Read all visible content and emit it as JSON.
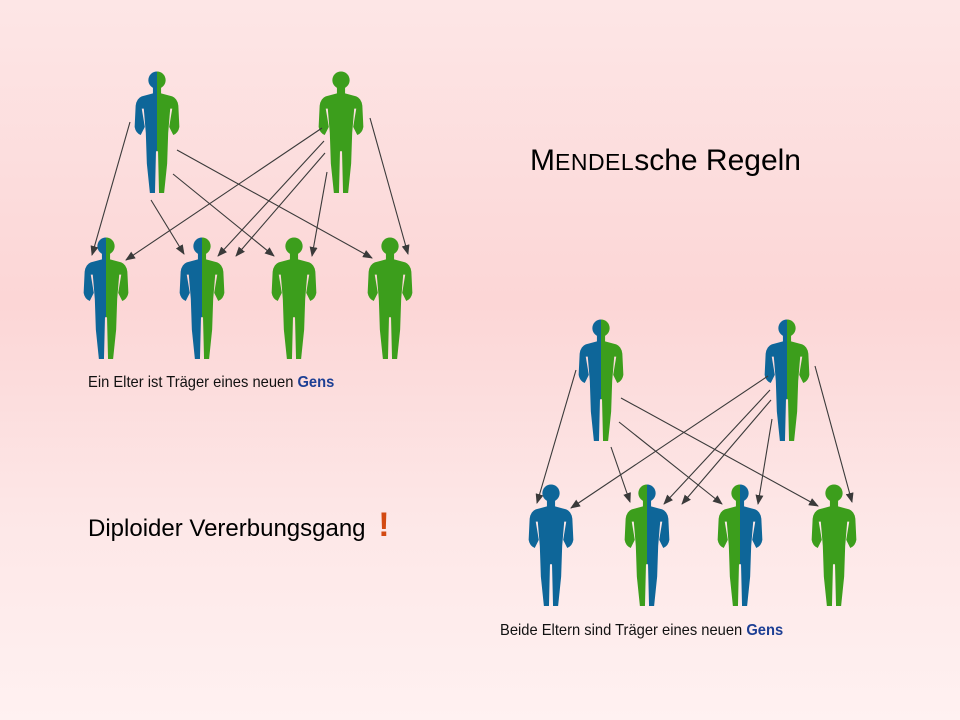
{
  "title": {
    "initial": "M",
    "smallcaps": "ENDEL",
    "suffix": "sche Regeln"
  },
  "diagram_one": {
    "caption": "Ein Elter ist Träger eines neuen ",
    "caption_gene": "Gens"
  },
  "diagram_two": {
    "caption": "Beide Eltern sind Träger eines neuen ",
    "caption_gene": "Gens"
  },
  "note": {
    "text": "Diploider Vererbungsgang ",
    "mark": "!"
  },
  "colors": {
    "allele_new": "#0e6699",
    "allele_old": "#3c9e1c",
    "gene_word": "#1d3f94",
    "exclamation": "#d34a12",
    "arrow": "#3a3a3a"
  }
}
